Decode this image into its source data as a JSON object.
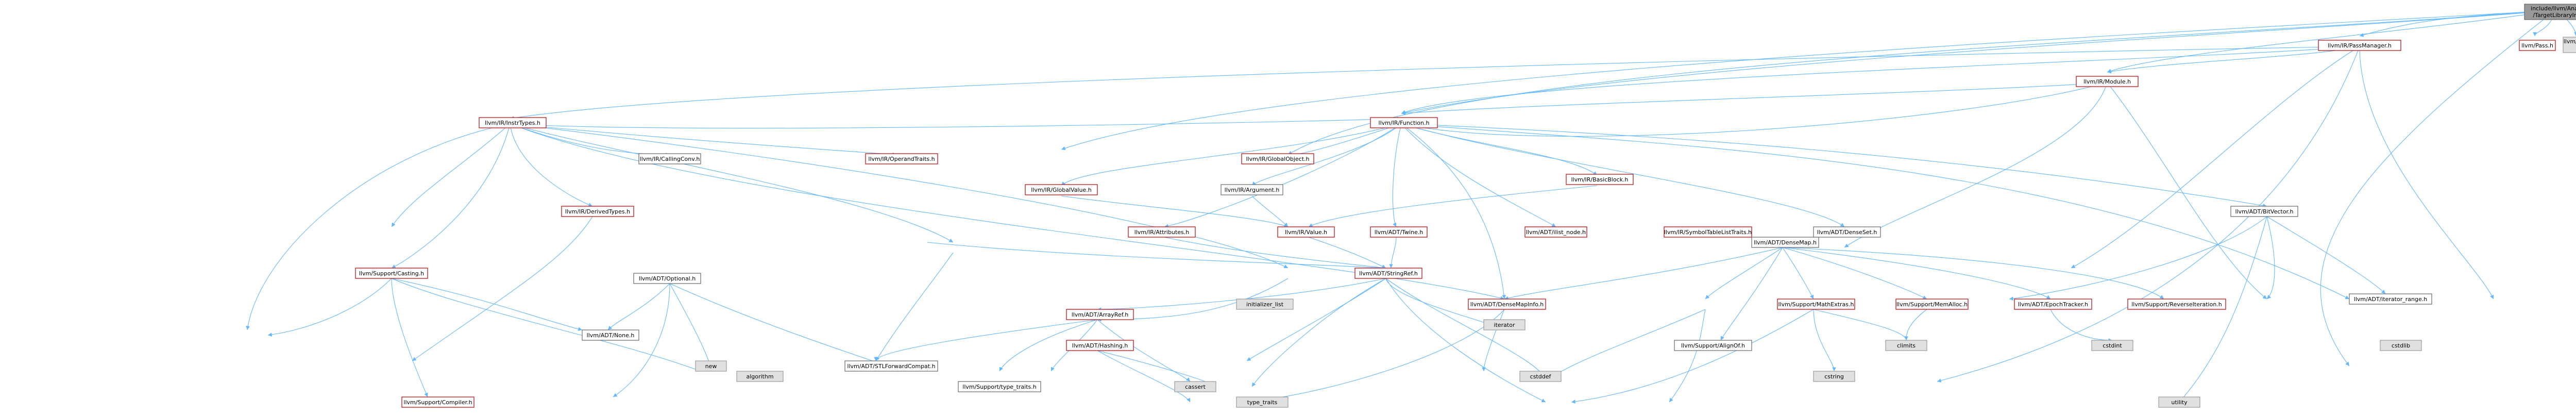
{
  "palette": {
    "edge_default": "#63b8ff",
    "edge_alt": "#8b1a1a",
    "node_red_border": "#bf0000",
    "node_gray_border": "#999999",
    "node_fill": "#ffffff",
    "node_gray_fill": "#e0e0e0",
    "node_root_fill": "#999999"
  },
  "nodes": {
    "root": {
      "line1": "include/llvm/Analysis",
      "line2": "/TargetLibraryInfo.h"
    },
    "passmanager": {
      "line1": "llvm/IR/PassManager.h"
    },
    "module": {
      "line1": "llvm/IR/Module.h"
    },
    "insttypes": {
      "line1": "llvm/IR/InstrTypes.h"
    },
    "function": {
      "line1": "llvm/IR/Function.h"
    },
    "pass": {
      "line1": "llvm/Pass.h"
    },
    "tlidef": {
      "line1": "llvm/Analysis/TargetLibrary",
      "line2": "Info.def"
    },
    "bitvector": {
      "line1": "llvm/ADT/BitVector.h"
    },
    "densemap": {
      "line1": "llvm/ADT/DenseMap.h"
    },
    "denseset": {
      "line1": "llvm/ADT/DenseSet.h"
    },
    "basicblock": {
      "line1": "llvm/IR/BasicBlock.h"
    },
    "globalobject": {
      "line1": "llvm/IR/GlobalObject.h"
    },
    "globalvalue": {
      "line1": "llvm/IR/GlobalValue.h"
    },
    "argument": {
      "line1": "llvm/IR/Argument.h"
    },
    "attributes": {
      "line1": "llvm/IR/Attributes.h"
    },
    "value": {
      "line1": "llvm/IR/Value.h"
    },
    "derivedtypes": {
      "line1": "llvm/IR/DerivedTypes.h"
    },
    "callingconv": {
      "line1": "llvm/IR/CallingConv.h"
    },
    "operandtraits": {
      "line1": "llvm/IR/OperandTraits.h"
    },
    "twine": {
      "line1": "llvm/ADT/Twine.h"
    },
    "ilistnode": {
      "line1": "llvm/ADT/ilist_node.h"
    },
    "symtab": {
      "line1": "llvm/IR/SymbolTableListTraits.h"
    },
    "stringref": {
      "line1": "llvm/ADT/StringRef.h"
    },
    "arrayref": {
      "line1": "llvm/ADT/ArrayRef.h"
    },
    "hashing": {
      "line1": "llvm/ADT/Hashing.h"
    },
    "optional": {
      "line1": "llvm/ADT/Optional.h"
    },
    "none": {
      "line1": "llvm/ADT/None.h"
    },
    "stlforward": {
      "line1": "llvm/ADT/STLForwardCompat.h"
    },
    "casting": {
      "line1": "llvm/Support/Casting.h"
    },
    "compiler": {
      "line1": "llvm/Support/Compiler.h"
    },
    "typetraits": {
      "line1": "llvm/Support/type_traits.h"
    },
    "mathextras": {
      "line1": "llvm/Support/MathExtras.h"
    },
    "memalloc": {
      "line1": "llvm/Support/MemAlloc.h"
    },
    "alignof": {
      "line1": "llvm/Support/AlignOf.h"
    },
    "densemapinfo": {
      "line1": "llvm/ADT/DenseMapInfo.h"
    },
    "epochtracker": {
      "line1": "llvm/ADT/EpochTracker.h"
    },
    "reverseiter": {
      "line1": "llvm/Support/ReverseIteration.h"
    },
    "iterrange": {
      "line1": "llvm/ADT/iterator_range.h"
    },
    "iterator": {
      "line1": "iterator"
    },
    "initlist": {
      "line1": "initializer_list"
    },
    "new": {
      "line1": "new"
    },
    "algorithm": {
      "line1": "algorithm"
    },
    "cassert": {
      "line1": "cassert"
    },
    "cstddef": {
      "line1": "cstddef"
    },
    "cstring": {
      "line1": "cstring"
    },
    "climits": {
      "line1": "climits"
    },
    "cstdint": {
      "line1": "cstdint"
    },
    "cstdlib": {
      "line1": "cstdlib"
    },
    "utility": {
      "line1": "utility"
    },
    "typetraits_std": {
      "line1": "type_traits"
    }
  }
}
